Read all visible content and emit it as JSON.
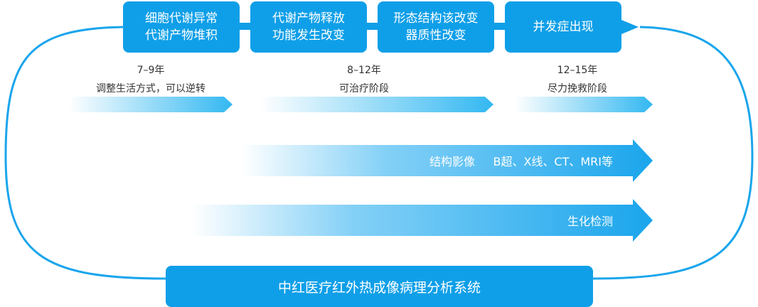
{
  "stages": [
    {
      "line1": "细胞代谢异常",
      "line2": "代谢产物堆积"
    },
    {
      "line1": "代谢产物释放",
      "line2": "功能发生改变"
    },
    {
      "line1": "形态结构该改变",
      "line2": "器质性改变"
    },
    {
      "line1": "并发症出现",
      "line2": ""
    }
  ],
  "periods": [
    {
      "years": "7–9年",
      "action": "调整生活方式，可以逆转"
    },
    {
      "years": "8–12年",
      "action": "可治疗阶段"
    },
    {
      "years": "12–15年",
      "action": "尽力挽救阶段"
    }
  ],
  "methods": [
    {
      "label": "结构影像     B超、X线、CT、MRI等"
    },
    {
      "label": "生化检测"
    }
  ],
  "system": {
    "label": "中红医疗红外热成像病理分析系统"
  },
  "colors": {
    "primary": "#0f9fe8",
    "arrow_light": "#28b4f0",
    "text": "#333333"
  }
}
